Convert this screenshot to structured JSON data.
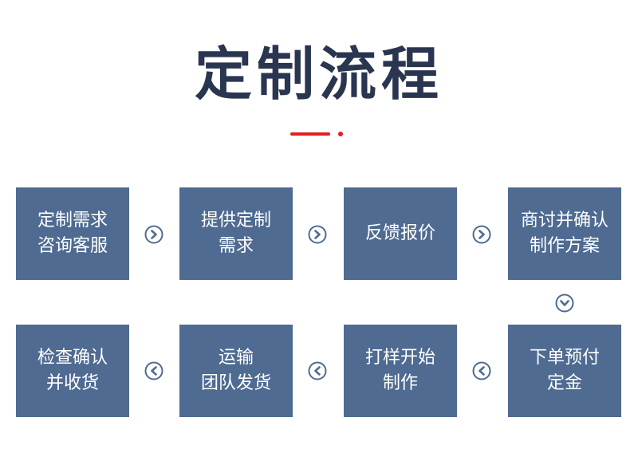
{
  "title": "定制流程",
  "colors": {
    "box": "#4f6b91",
    "title": "#2a3550",
    "accent": "#e02020",
    "arrow": "#4f6b91"
  },
  "steps": [
    {
      "label": "定制需求\n咨询客服"
    },
    {
      "label": "提供定制\n需求"
    },
    {
      "label": "反馈报价"
    },
    {
      "label": "商讨并确认\n制作方案"
    },
    {
      "label": "下单预付\n定金"
    },
    {
      "label": "打样开始\n制作"
    },
    {
      "label": "运输\n团队发货"
    },
    {
      "label": "检查确认\n并收货"
    }
  ],
  "arrow_icons": [
    "chevron-right-circle-icon",
    "chevron-down-circle-icon",
    "chevron-left-circle-icon"
  ]
}
